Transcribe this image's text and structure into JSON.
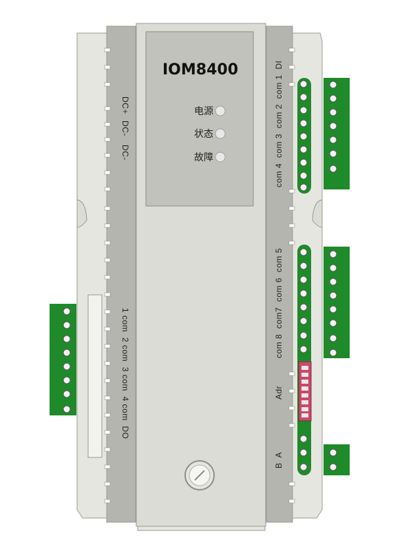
{
  "device": {
    "model": "IOM8400",
    "indicators": [
      {
        "label": "电源"
      },
      {
        "label": "状态"
      },
      {
        "label": "故障"
      }
    ],
    "left_power_labels": [
      "DC+",
      "DC-",
      "DC-"
    ],
    "left_output_labels": [
      "1 com  2 com  3 com  4 com  DO"
    ],
    "right_input_labels_top": [
      "com 4  com 3  com 2  com 1  DI"
    ],
    "right_input_labels_mid": [
      "com 8  com7  com 6  com 5"
    ],
    "right_addr_label": "Adr",
    "right_bus_labels": "B  A",
    "colors": {
      "body": "#e6e6e0",
      "center_panel": "#dcdcd6",
      "strip": "#b5b5af",
      "window": "#c2c2bc",
      "terminal": "#1f8a2a",
      "dip": "#c84a6a"
    }
  }
}
